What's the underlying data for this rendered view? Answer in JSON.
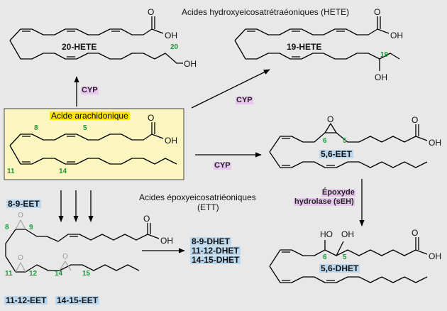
{
  "titles": {
    "hete": "Acides hydroxyeicosatrétraéoniques (HETE)",
    "ett": "Acides époxyeicosatriéoniques",
    "ett_abbr": "(ETT)"
  },
  "enzymes": {
    "cyp": "CYP",
    "seh_line1": "Époxyde",
    "seh_line2": "hydrolase (sEH)"
  },
  "molecules": {
    "aa": "Acide arachidonique",
    "hete20": "20-HETE",
    "hete19": "19-HETE",
    "eet56": "5,6-EET",
    "dhet56": "5,6-DHET",
    "eet89": "8-9-EET",
    "eet1112": "11-12-EET",
    "eet1415": "14-15-EET",
    "dhet_list": [
      "8-9-DHET",
      "11-12-DHET",
      "14-15-DHET"
    ]
  },
  "atoms": {
    "oh": "OH",
    "o": "O",
    "ho": "HO"
  },
  "carbon_numbers": {
    "aa": [
      "8",
      "5",
      "11",
      "14"
    ],
    "hete20": "20",
    "hete19": "19",
    "eet56": [
      "6",
      "5"
    ],
    "dhet56": [
      "6",
      "5"
    ],
    "ett": [
      "8",
      "9",
      "11",
      "12",
      "14",
      "15"
    ]
  },
  "colors": {
    "background": "#e8e8e8",
    "aa_box": "#fbf5c0",
    "highlight": "#ffe500",
    "enzyme": "#e8c7ef",
    "label_blue": "#bcd8ee",
    "carbon_number": "#1a9a3a",
    "epoxide_gray": "#aaaaaa"
  }
}
